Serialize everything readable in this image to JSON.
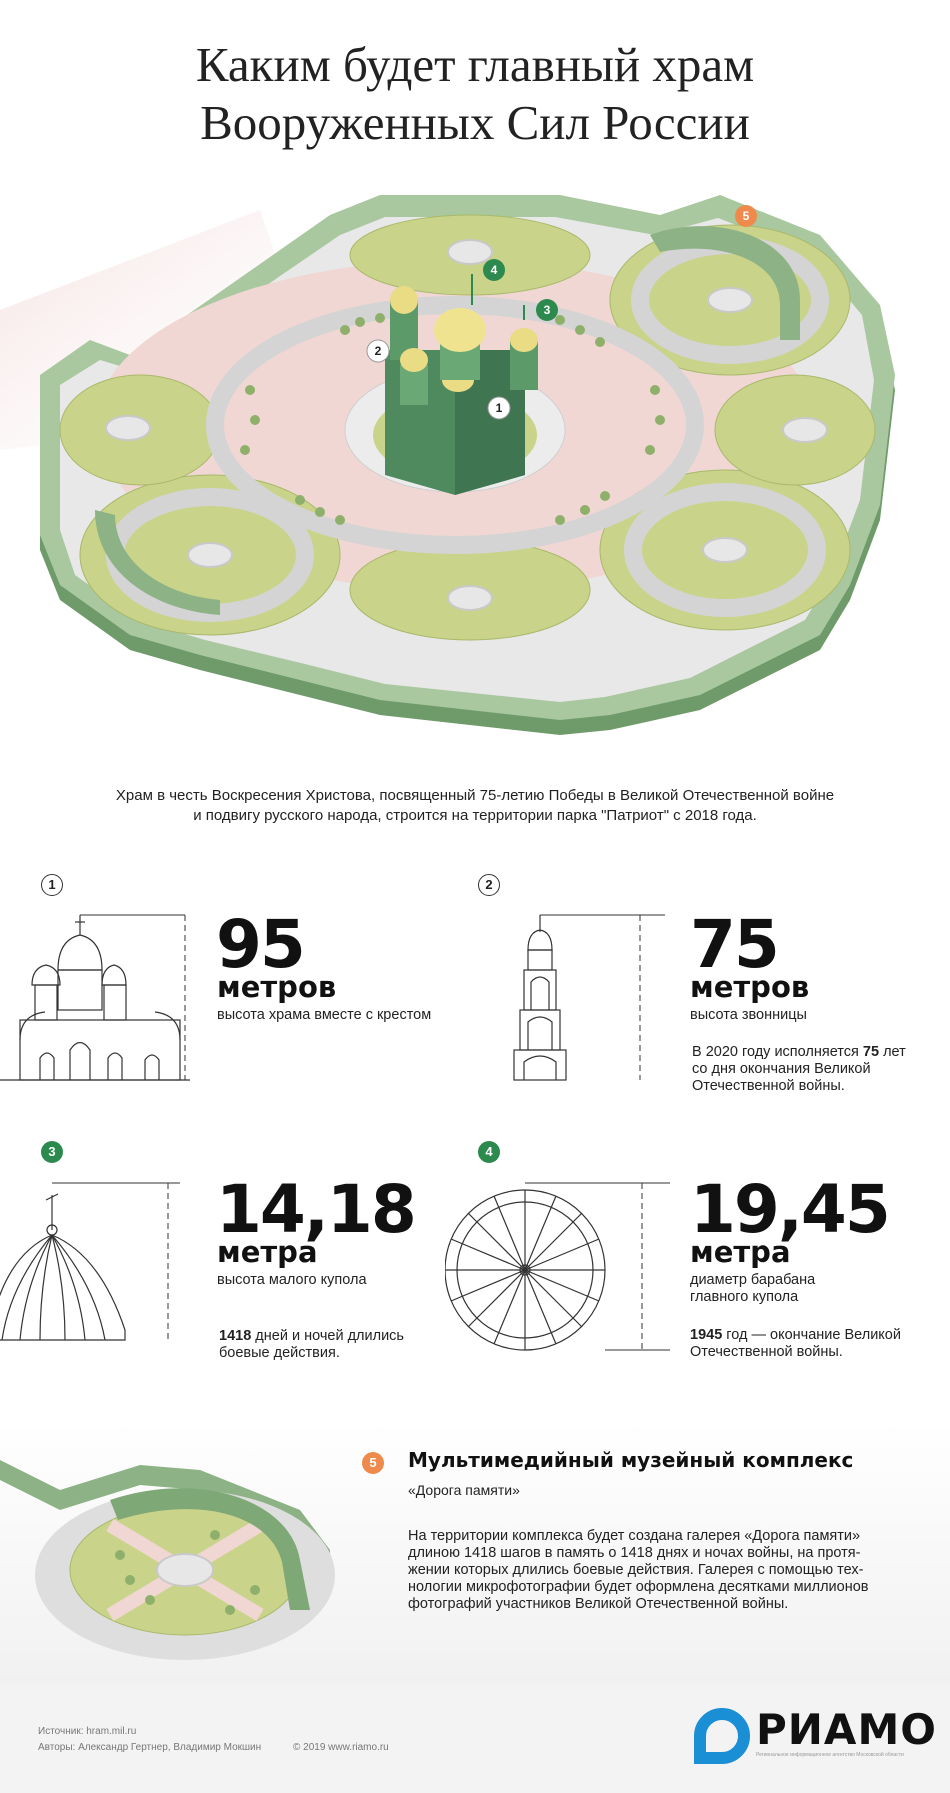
{
  "header": {
    "title_line1": "Каким будет главный храм",
    "title_line2": "Вооруженных Сил России"
  },
  "map": {
    "markers": [
      "1",
      "2",
      "3",
      "4",
      "5"
    ]
  },
  "intro": {
    "line1": "Храм в честь Воскресения Христова, посвященный 75-летию Победы в Великой Отечественной войне",
    "line2": "и подвигу русского народа, строится на территории парка \"Патриот\" с 2018 года."
  },
  "facts": [
    {
      "badge": "1",
      "value": "95",
      "unit": "метров",
      "caption": "высота храма вместе с крестом"
    },
    {
      "badge": "2",
      "value": "75",
      "unit": "метров",
      "caption": "высота звонницы",
      "note_a": "В 2020 году исполняется ",
      "note_b": "75",
      "note_c": " лет",
      "note_d": "со дня окончания Великой",
      "note_e": "Отечественной войны."
    },
    {
      "badge": "3",
      "value": "14,18",
      "unit": "метра",
      "caption": "высота малого купола",
      "note_b": "1418",
      "note_c": " дней и ночей длились",
      "note_d": "боевые действия."
    },
    {
      "badge": "4",
      "value": "19,45",
      "unit": "метра",
      "caption_line1": "диаметр барабана",
      "caption_line2": "главного купола",
      "note_b": "1945",
      "note_c": " год — окончание Великой",
      "note_d": "Отечественной войны."
    }
  ],
  "museum": {
    "badge": "5",
    "title": "Мультимедийный музейный комплекс",
    "subtitle": "«Дорога памяти»",
    "text_lines": [
      "На территории комплекса будет создана галерея «Дорога памяти»",
      "длиною 1418 шагов в память о 1418 днях и ночах войны, на протя-",
      "жении которых длились боевые действия. Галерея с помощью тех-",
      "нологии микрофотографии будет оформлена десятками миллионов",
      "фотографий участников Великой Отечественной войны."
    ]
  },
  "footer": {
    "source": "Источник: hram.mil.ru",
    "authors": "Авторы: Александр Гертнер, Владимир Мокшин",
    "copyright": "© 2019 www.riamo.ru",
    "logo_text": "РИАМО",
    "logo_sub": "Региональное информационное агентство Московской области"
  },
  "colors": {
    "green_dark": "#6f9b6a",
    "green_light": "#a9c89f",
    "lawn": "#c9d38a",
    "path_pink": "#f0d7d3",
    "road_gray": "#d8d8d8",
    "accent_green": "#2d8a4e",
    "accent_orange": "#ee8a4b",
    "logo_blue": "#1a8fd6"
  }
}
